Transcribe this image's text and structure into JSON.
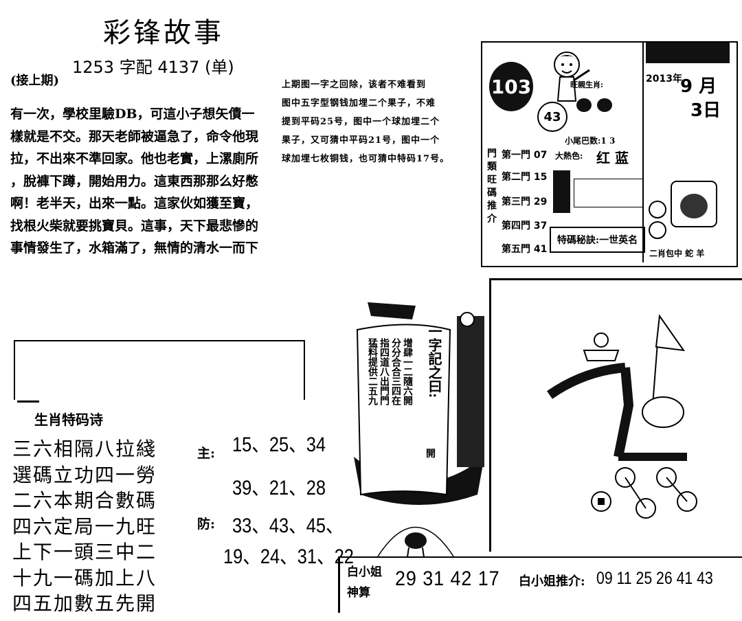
{
  "header": {
    "title": "彩锋故事",
    "subtitle": "1253 字配 4137 (单)",
    "continued": "(接上期)"
  },
  "story": {
    "lines": [
      "有一次，學校里驗DB，可這小子想矢債一",
      "樣就是不交。那天老師被逼急了，命令他現",
      "拉，不出來不準回家。他也老實，上漯廁所",
      "，脫褲下蹲，開始用力。這東西那那么好憋",
      "啊！老半天，出來一點。這家伙如獲至寶，",
      "找根火柴就要挑寶貝。這事，天下最悲慘的",
      "事情發生了，水箱滿了，無情的清水一而下"
    ]
  },
  "explanation": {
    "lines": [
      "上期图一字之回除，该者不难看到",
      "图中五字型钢钱加埋二个果子，不难",
      "提到平码25号，图中一个球加埋二个",
      "果子，又可猜中平码21号，图中一个",
      "球加埋七枚铜钱，也可猜中特码17号。"
    ]
  },
  "clipping": {
    "ball_number": "103",
    "ball_small": "43",
    "zodiac_label": "旺親生肖:",
    "tail_line": "小尾巴数:1 3",
    "bigsmall_label": "大熱色:",
    "bigsmall_value": "红 蓝",
    "door_side_label": "門類旺碼推介",
    "doors": [
      {
        "label": "第一門",
        "num": "07"
      },
      {
        "label": "第二門",
        "num": "15"
      },
      {
        "label": "第三門",
        "num": "29"
      },
      {
        "label": "第四門",
        "num": "37"
      },
      {
        "label": "第五門",
        "num": "41"
      }
    ],
    "tip": "特碼秘訣:一世英名",
    "calendar": {
      "year": "2013年",
      "month": "9 月",
      "day": "3日",
      "footer": "二肖包中 蛇 羊"
    }
  },
  "poem": {
    "title": "生肖特码诗",
    "lines": [
      "三六相隔八拉綫",
      "選碼立功四一勞",
      "二六本期合數碼",
      "四六定局一九旺",
      "上下一頭三中二",
      "十九一碼加上八",
      "四五加數五先開"
    ]
  },
  "picks": {
    "main_label": "主:",
    "main_rows": [
      "15、25、34",
      "39、21、28"
    ],
    "guard_label": "防:",
    "guard_rows": [
      "33、43、45、",
      "19、24、31、22"
    ]
  },
  "ship": {
    "sail_title": "一字記之曰:",
    "sail_lines": [
      "增肆一二隨六開",
      "分分合合三四在",
      "指四道八出門門",
      "猛料提供二五九"
    ],
    "sail_open": "開"
  },
  "bottom": {
    "line1": "白小姐",
    "line2": "神算",
    "numbers": "29 31 42 17",
    "rec_label": "白小姐推介:",
    "rec_numbers": "09 11 25 26 41 43"
  }
}
